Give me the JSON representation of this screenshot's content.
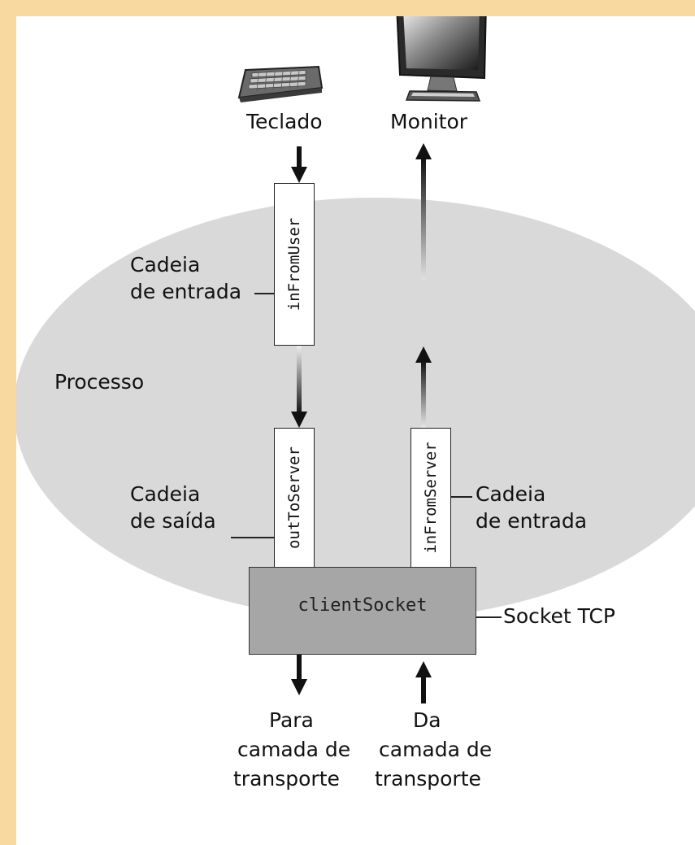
{
  "devices": {
    "keyboard": {
      "label": "Teclado",
      "icon": "keyboard-icon"
    },
    "monitor": {
      "label": "Monitor",
      "icon": "monitor-icon"
    }
  },
  "process": {
    "label": "Processo"
  },
  "streams": {
    "in_from_user": {
      "name": "inFromUser",
      "caption": [
        "Cadeia",
        "de entrada"
      ]
    },
    "out_to_server": {
      "name": "outToServer",
      "caption": [
        "Cadeia",
        "de saída"
      ]
    },
    "in_from_server": {
      "name": "inFromServer",
      "caption": [
        "Cadeia",
        "de entrada"
      ]
    }
  },
  "socket": {
    "name": "clientSocket",
    "caption": "Socket TCP"
  },
  "bottom": {
    "to_transport": [
      "Para",
      "camada de",
      "transporte"
    ],
    "from_transport": [
      "Da",
      "camada de",
      "transporte"
    ]
  },
  "colors": {
    "border": "#f8d9a0",
    "process": "#d9d9d9",
    "socket": "#a6a6a6"
  }
}
